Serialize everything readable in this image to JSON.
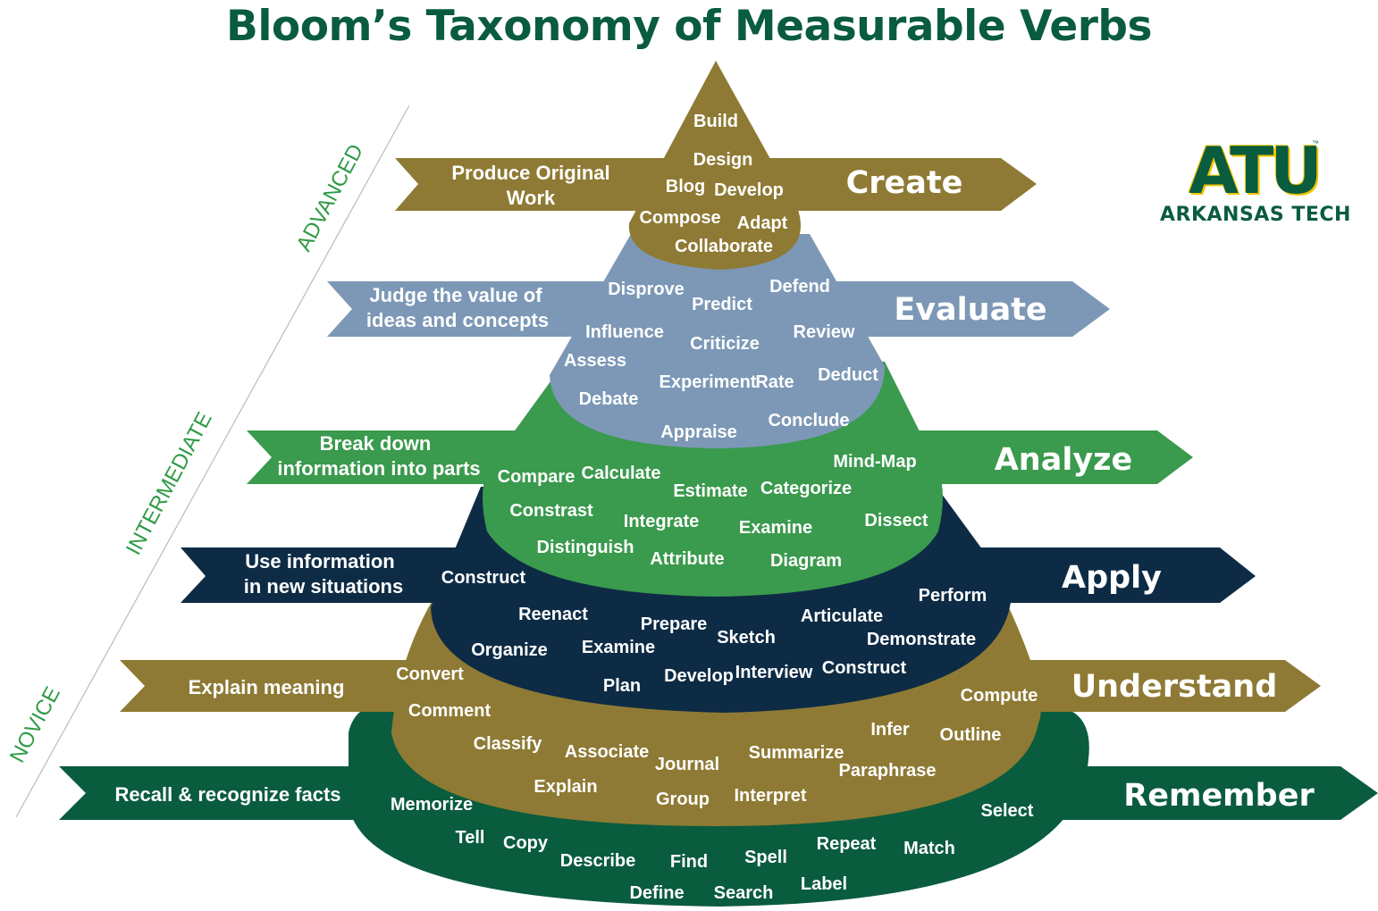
{
  "title": "Bloom’s Taxonomy of Measurable Verbs",
  "logo": {
    "mark": "ATU",
    "trademark": "™",
    "name": "ARKANSAS TECH"
  },
  "tiers": [
    "ADVANCED",
    "INTERMEDIATE",
    "NOVICE"
  ],
  "colors": {
    "create": "#8e7a34",
    "evaluate": "#7c98b6",
    "analyze": "#3a9a4d",
    "apply": "#0d2b45",
    "understand": "#8e7a34",
    "remember": "#0a5c3e",
    "title": "#0a5c3e",
    "tier_text": "#2e9b45",
    "logo_accent": "#f1c400"
  },
  "levels": [
    {
      "name": "Create",
      "description": [
        "Produce Original",
        "Work"
      ],
      "verbs": [
        "Build",
        "Design",
        "Blog",
        "Develop",
        "Compose",
        "Adapt",
        "Collaborate"
      ]
    },
    {
      "name": "Evaluate",
      "description": [
        "Judge the value of",
        "ideas and concepts"
      ],
      "verbs": [
        "Disprove",
        "Predict",
        "Defend",
        "Influence",
        "Criticize",
        "Review",
        "Assess",
        "Experiment",
        "Rate",
        "Deduct",
        "Debate",
        "Appraise",
        "Conclude"
      ]
    },
    {
      "name": "Analyze",
      "description": [
        "Break down",
        "information into parts"
      ],
      "verbs": [
        "Compare",
        "Calculate",
        "Estimate",
        "Categorize",
        "Mind-Map",
        "Constrast",
        "Integrate",
        "Examine",
        "Dissect",
        "Distinguish",
        "Attribute",
        "Diagram"
      ]
    },
    {
      "name": "Apply",
      "description": [
        "Use information",
        "in new situations"
      ],
      "verbs": [
        "Construct",
        "Perform",
        "Reenact",
        "Prepare",
        "Sketch",
        "Articulate",
        "Organize",
        "Examine",
        "Demonstrate",
        "Plan",
        "Develop",
        "Interview",
        "Construct"
      ]
    },
    {
      "name": "Understand",
      "description": [
        "Explain meaning"
      ],
      "verbs": [
        "Convert",
        "Compute",
        "Comment",
        "Outline",
        "Infer",
        "Classify",
        "Associate",
        "Journal",
        "Summarize",
        "Paraphrase",
        "Explain",
        "Group",
        "Interpret"
      ]
    },
    {
      "name": "Remember",
      "description": [
        "Recall & recognize facts"
      ],
      "verbs": [
        "Memorize",
        "Select",
        "Tell",
        "Copy",
        "Describe",
        "Find",
        "Spell",
        "Repeat",
        "Match",
        "Define",
        "Search",
        "Label"
      ]
    }
  ]
}
